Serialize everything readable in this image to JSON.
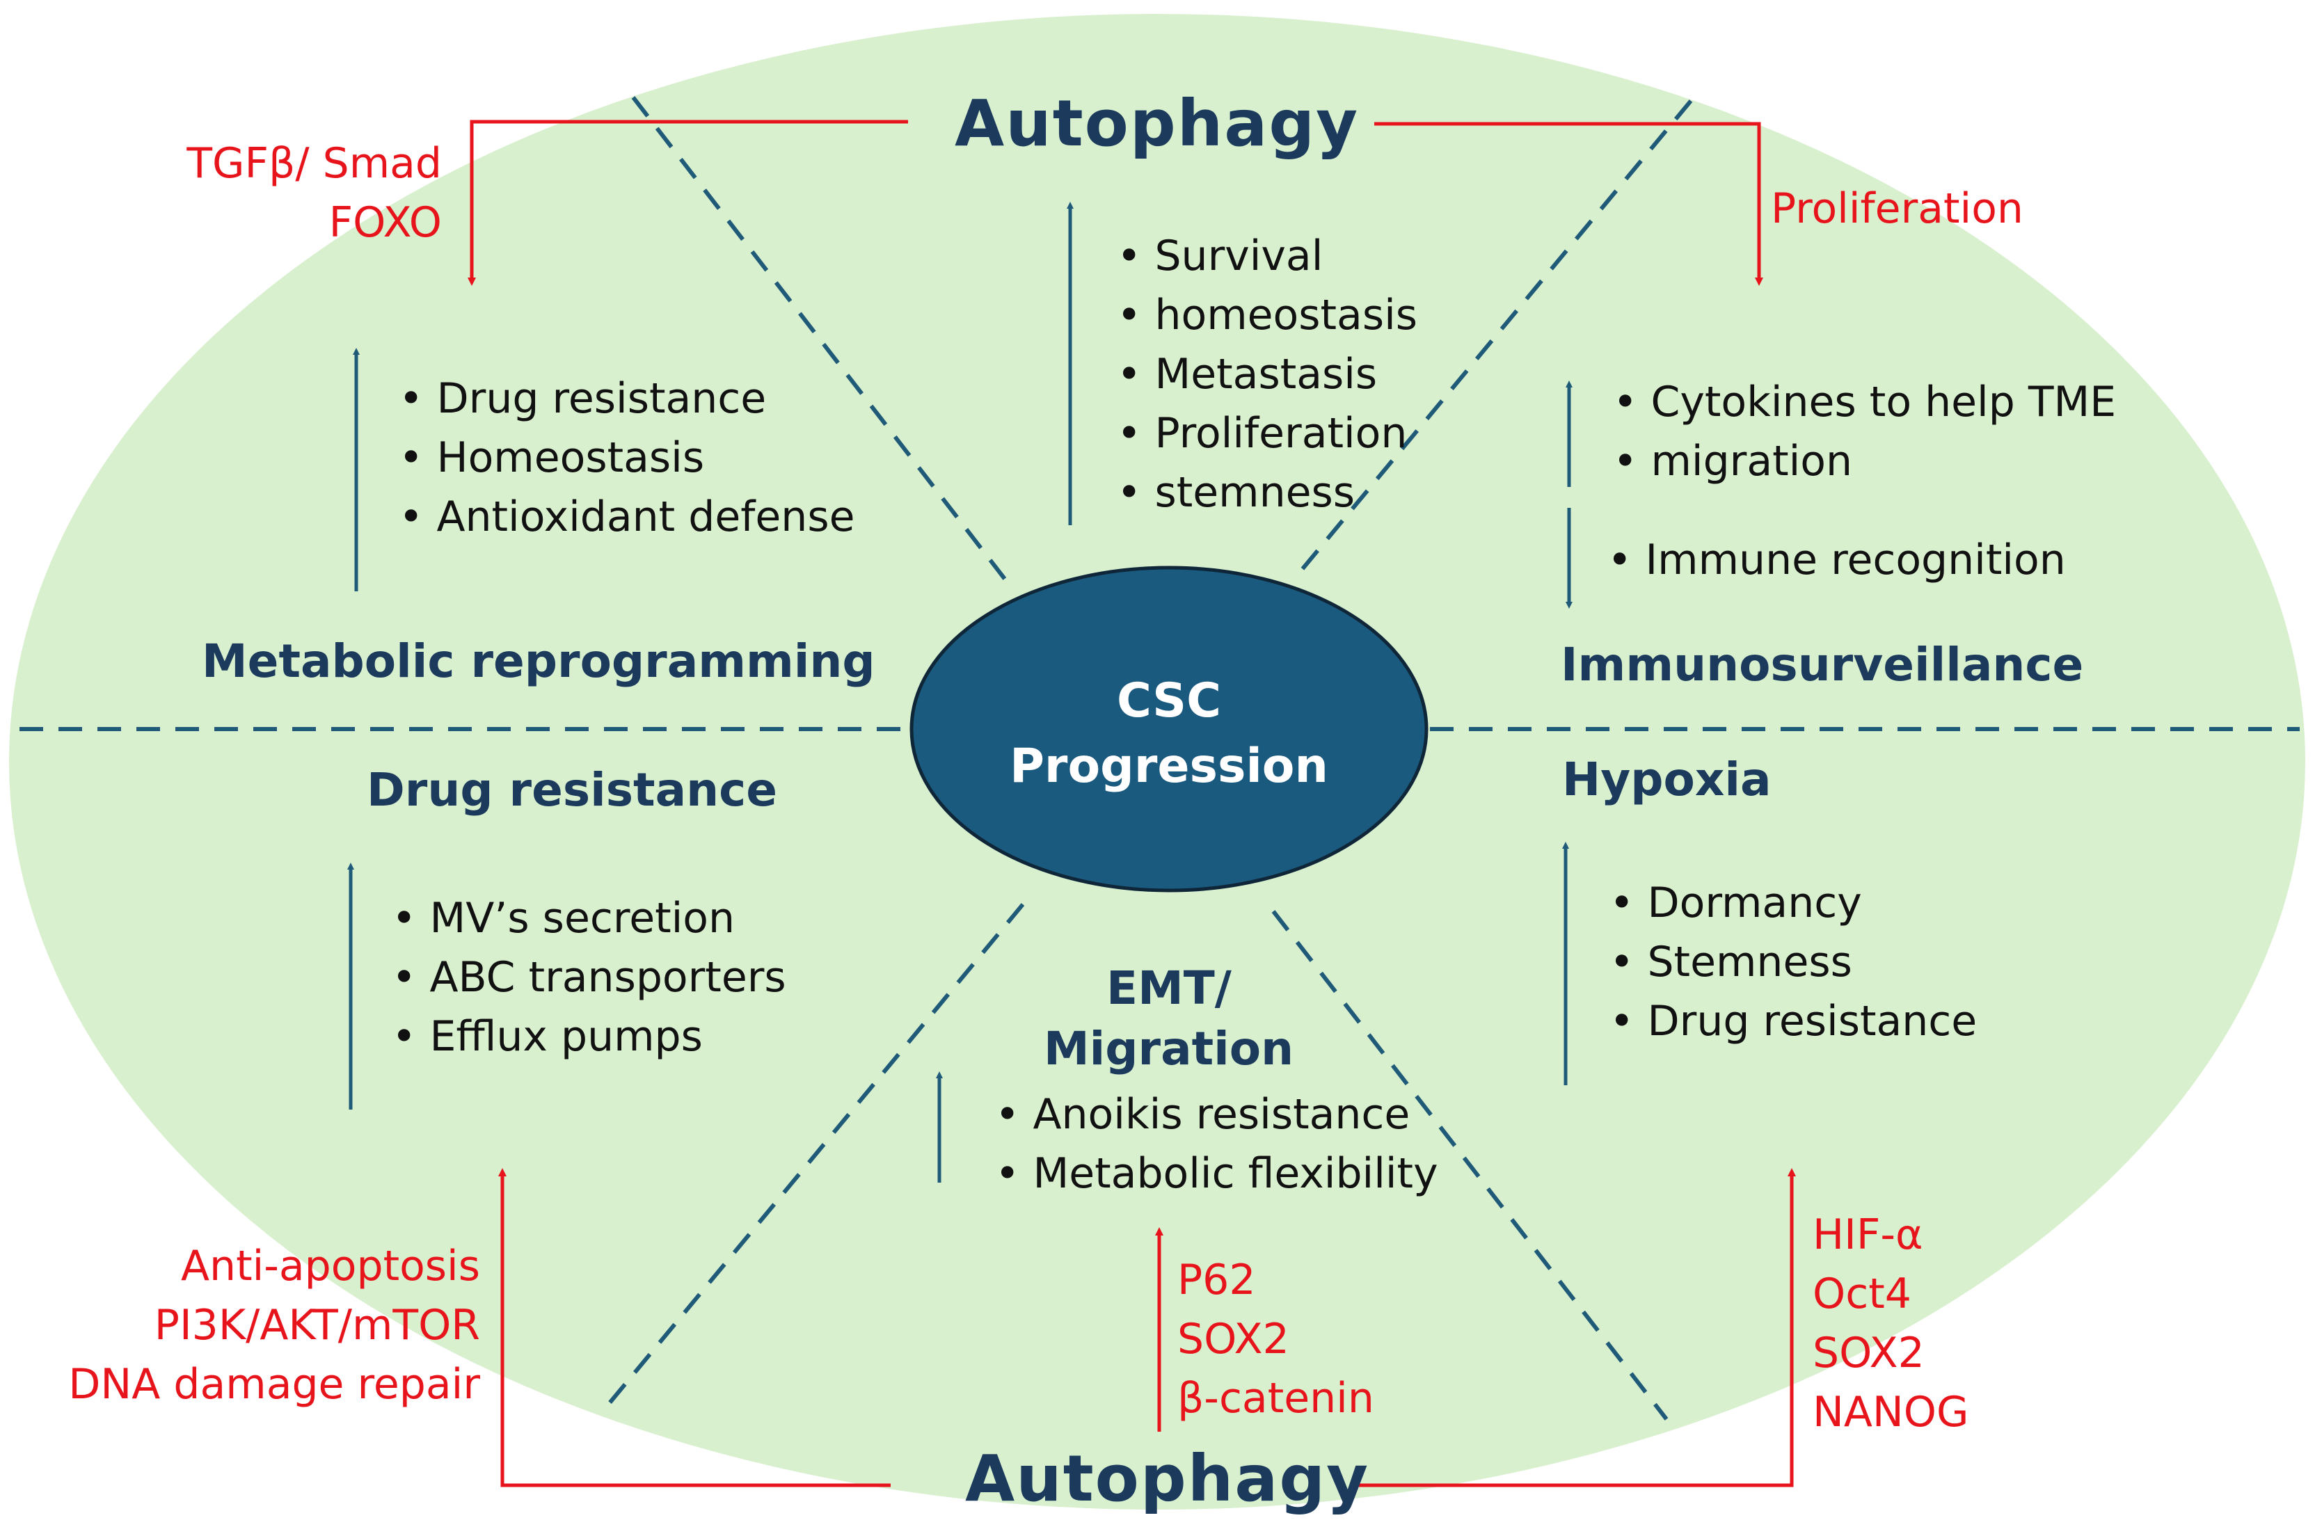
{
  "center": {
    "line1": "CSC",
    "line2": "Progression"
  },
  "colors": {
    "background_ellipse": "#d9f0cf",
    "center_ellipse": "#1a5a7e",
    "heading": "#1b3a5c",
    "red": "#e8141b",
    "divider": "#1f5a78"
  },
  "autophagy_top": "Autophagy",
  "autophagy_bottom": "Autophagy",
  "top_left_red": [
    "TGFβ/ Smad",
    "FOXO"
  ],
  "top_right_red": [
    "Proliferation"
  ],
  "top_center_items": [
    "Survival",
    "homeostasis",
    "Metastasis",
    "Proliferation",
    "stemness"
  ],
  "metabolic": {
    "title": "Metabolic reprogramming",
    "items": [
      "Drug resistance",
      "Homeostasis",
      "Antioxidant defense"
    ]
  },
  "immuno": {
    "title": "Immunosurveillance",
    "up_items": [
      "Cytokines to help TME",
      "migration"
    ],
    "down_items": [
      "Immune recognition"
    ]
  },
  "drug": {
    "title": "Drug resistance",
    "items": [
      "MV’s secretion",
      "ABC transporters",
      "Efflux pumps"
    ]
  },
  "hypoxia": {
    "title": "Hypoxia",
    "items": [
      "Dormancy",
      "Stemness",
      "Drug resistance"
    ]
  },
  "emt": {
    "title_line1": "EMT/",
    "title_line2": "Migration",
    "items": [
      "Anoikis resistance",
      "Metabolic flexibility"
    ]
  },
  "bottom_left_red": [
    "Anti-apoptosis",
    "PI3K/AKT/mTOR",
    "DNA damage repair"
  ],
  "bottom_center_red": [
    "P62",
    "SOX2",
    "β-catenin"
  ],
  "bottom_right_red": [
    "HIF-α",
    "Oct4",
    "SOX2",
    "NANOG"
  ]
}
